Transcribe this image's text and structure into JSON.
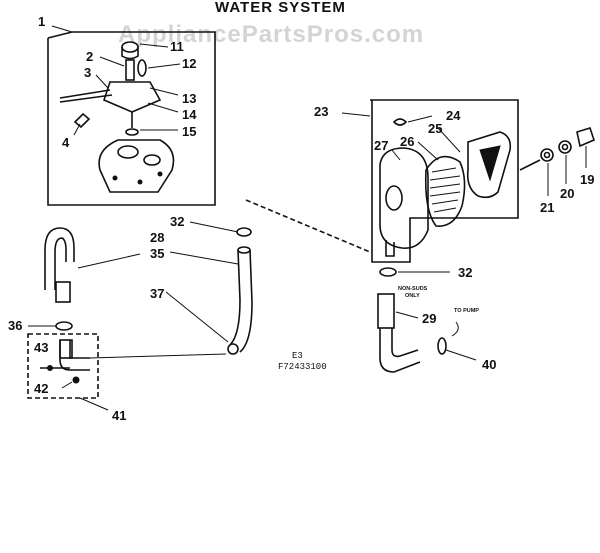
{
  "header": {
    "title": "WATER SYSTEM",
    "watermark": "AppliancePartsPros.com"
  },
  "diagram_code": {
    "line1": "E3",
    "line2": "F72433100"
  },
  "notes": {
    "non_suds": [
      "NON-SUDS",
      "ONLY"
    ],
    "to_pump": "TO PUMP"
  },
  "callouts": {
    "c1": "1",
    "c2": "2",
    "c3": "3",
    "c4": "4",
    "c11": "11",
    "c12": "12",
    "c13": "13",
    "c14": "14",
    "c15": "15",
    "c19": "19",
    "c20": "20",
    "c21": "21",
    "c23": "23",
    "c24": "24",
    "c25": "25",
    "c26": "26",
    "c27": "27",
    "c28": "28",
    "c29": "29",
    "c32a": "32",
    "c32b": "32",
    "c35": "35",
    "c36": "36",
    "c37": "37",
    "c40": "40",
    "c41": "41",
    "c42": "42",
    "c43": "43"
  }
}
